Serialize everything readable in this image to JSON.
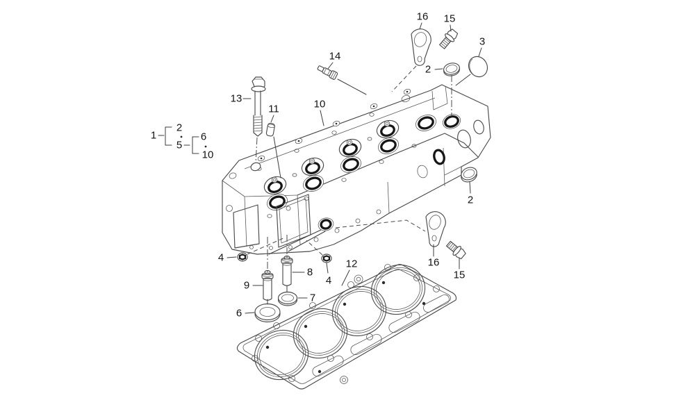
{
  "figure": {
    "type": "exploded-parts-diagram",
    "background_color": "#ffffff",
    "line_color": "#4a4a4a",
    "dark_detail_color": "#161616",
    "text_color": "#141414",
    "callouts": [
      {
        "label": "16"
      },
      {
        "label": "15"
      },
      {
        "label": "3"
      },
      {
        "label": "14"
      },
      {
        "label": "2"
      },
      {
        "label": "13"
      },
      {
        "label": "10"
      },
      {
        "label": "11"
      },
      {
        "label": "1"
      },
      {
        "label": "2"
      },
      {
        "label": "5"
      },
      {
        "label": "6"
      },
      {
        "label": "10"
      },
      {
        "label": "2"
      },
      {
        "label": "4"
      },
      {
        "label": "4"
      },
      {
        "label": "9"
      },
      {
        "label": "8"
      },
      {
        "label": "7"
      },
      {
        "label": "6"
      },
      {
        "label": "12"
      },
      {
        "label": "16"
      },
      {
        "label": "15"
      }
    ],
    "bracket_groups": [
      {
        "parent_label": "1",
        "range_start": "2",
        "range_end": "5",
        "separator": "..."
      },
      {
        "parent_label": "5",
        "range_start": "6",
        "range_end": "10",
        "separator": "..."
      }
    ]
  }
}
